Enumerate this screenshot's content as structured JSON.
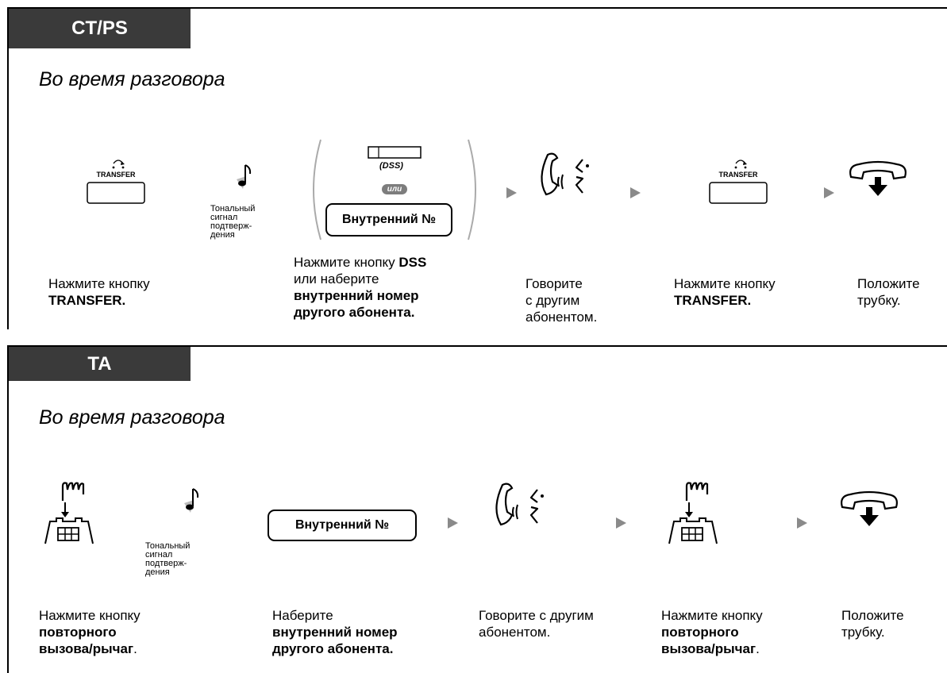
{
  "section_ct": {
    "tab_label": "CT/PS",
    "subtitle": "Во время разговора",
    "transfer_key_label": "TRANSFER",
    "tone_lines": [
      "Тональный",
      "сигнал",
      "подтверж-",
      "дения"
    ],
    "dss_label": "(DSS)",
    "or_label": "или",
    "ext_box": "Внутренний №",
    "transfer_key_label_2": "TRANSFER",
    "captions": {
      "c1_line1": "Нажмите кнопку",
      "c1_bold": "TRANSFER.",
      "c2_line1": "Нажмите кнопку ",
      "c2_line1_bold": "DSS",
      "c2_line2": "или наберите",
      "c2_bold1": "внутренний номер",
      "c2_bold2": "другого абонента.",
      "c3_line1": "Говорите",
      "c3_line2": "с другим",
      "c3_line3": "абонентом.",
      "c4_line1": "Нажмите кнопку",
      "c4_bold": "TRANSFER.",
      "c5_line1": "Положите",
      "c5_line2": "трубку."
    }
  },
  "section_ta": {
    "tab_label": "TA",
    "subtitle": "Во время разговора",
    "tone_lines": [
      "Тональный",
      "сигнал",
      "подтверж-",
      "дения"
    ],
    "ext_box": "Внутренний №",
    "captions": {
      "c1_line1": "Нажмите кнопку",
      "c1_bold1": "повторного",
      "c1_bold2": "вызова/рычаг",
      "c1_end": ".",
      "c2_line1": "Наберите",
      "c2_bold1": "внутренний номер",
      "c2_bold2": "другого абонента.",
      "c3_line1": "Говорите с другим",
      "c3_line2": "абонентом.",
      "c4_line1": "Нажмите кнопку",
      "c4_bold1": "повторного",
      "c4_bold2": "вызова/рычаг",
      "c4_end": ".",
      "c5_line1": "Положите",
      "c5_line2": "трубку."
    }
  },
  "icons": [
    "transfer-key-icon",
    "tone-note-icon",
    "dss-button-icon",
    "talk-handset-icon",
    "hang-up-handset-icon",
    "hookswitch-flash-icon",
    "arrow-right-icon"
  ],
  "colors": {
    "tab_background": "#3a3a3a",
    "arrow": "#8a8a8a",
    "bracket": "#aaaaaa",
    "or_badge": "#7d7d7d"
  }
}
